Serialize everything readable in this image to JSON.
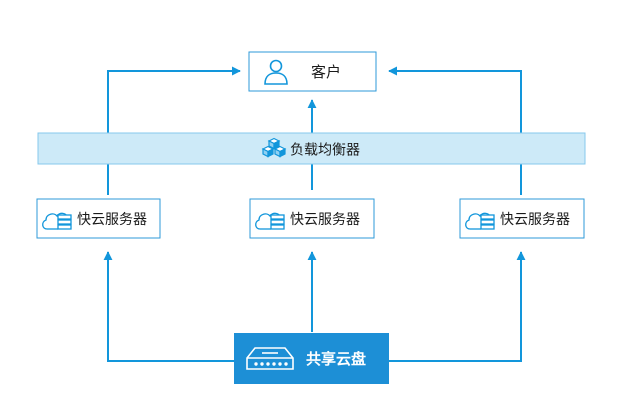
{
  "colors": {
    "accent": "#1296db",
    "box_border": "#2d9ad8",
    "lb_fill": "#cdeaf8",
    "storage_fill": "#1d8fd6",
    "text": "#1a1a1a"
  },
  "client": {
    "label": "客户",
    "icon": "user-icon"
  },
  "load_balancer": {
    "label": "负载均衡器",
    "icon": "cubes-icon"
  },
  "servers": [
    {
      "label": "快云服务器",
      "icon": "cloud-server-icon"
    },
    {
      "label": "快云服务器",
      "icon": "cloud-server-icon"
    },
    {
      "label": "快云服务器",
      "icon": "cloud-server-icon"
    }
  ],
  "storage": {
    "label": "共享云盘",
    "icon": "storage-device-icon"
  }
}
